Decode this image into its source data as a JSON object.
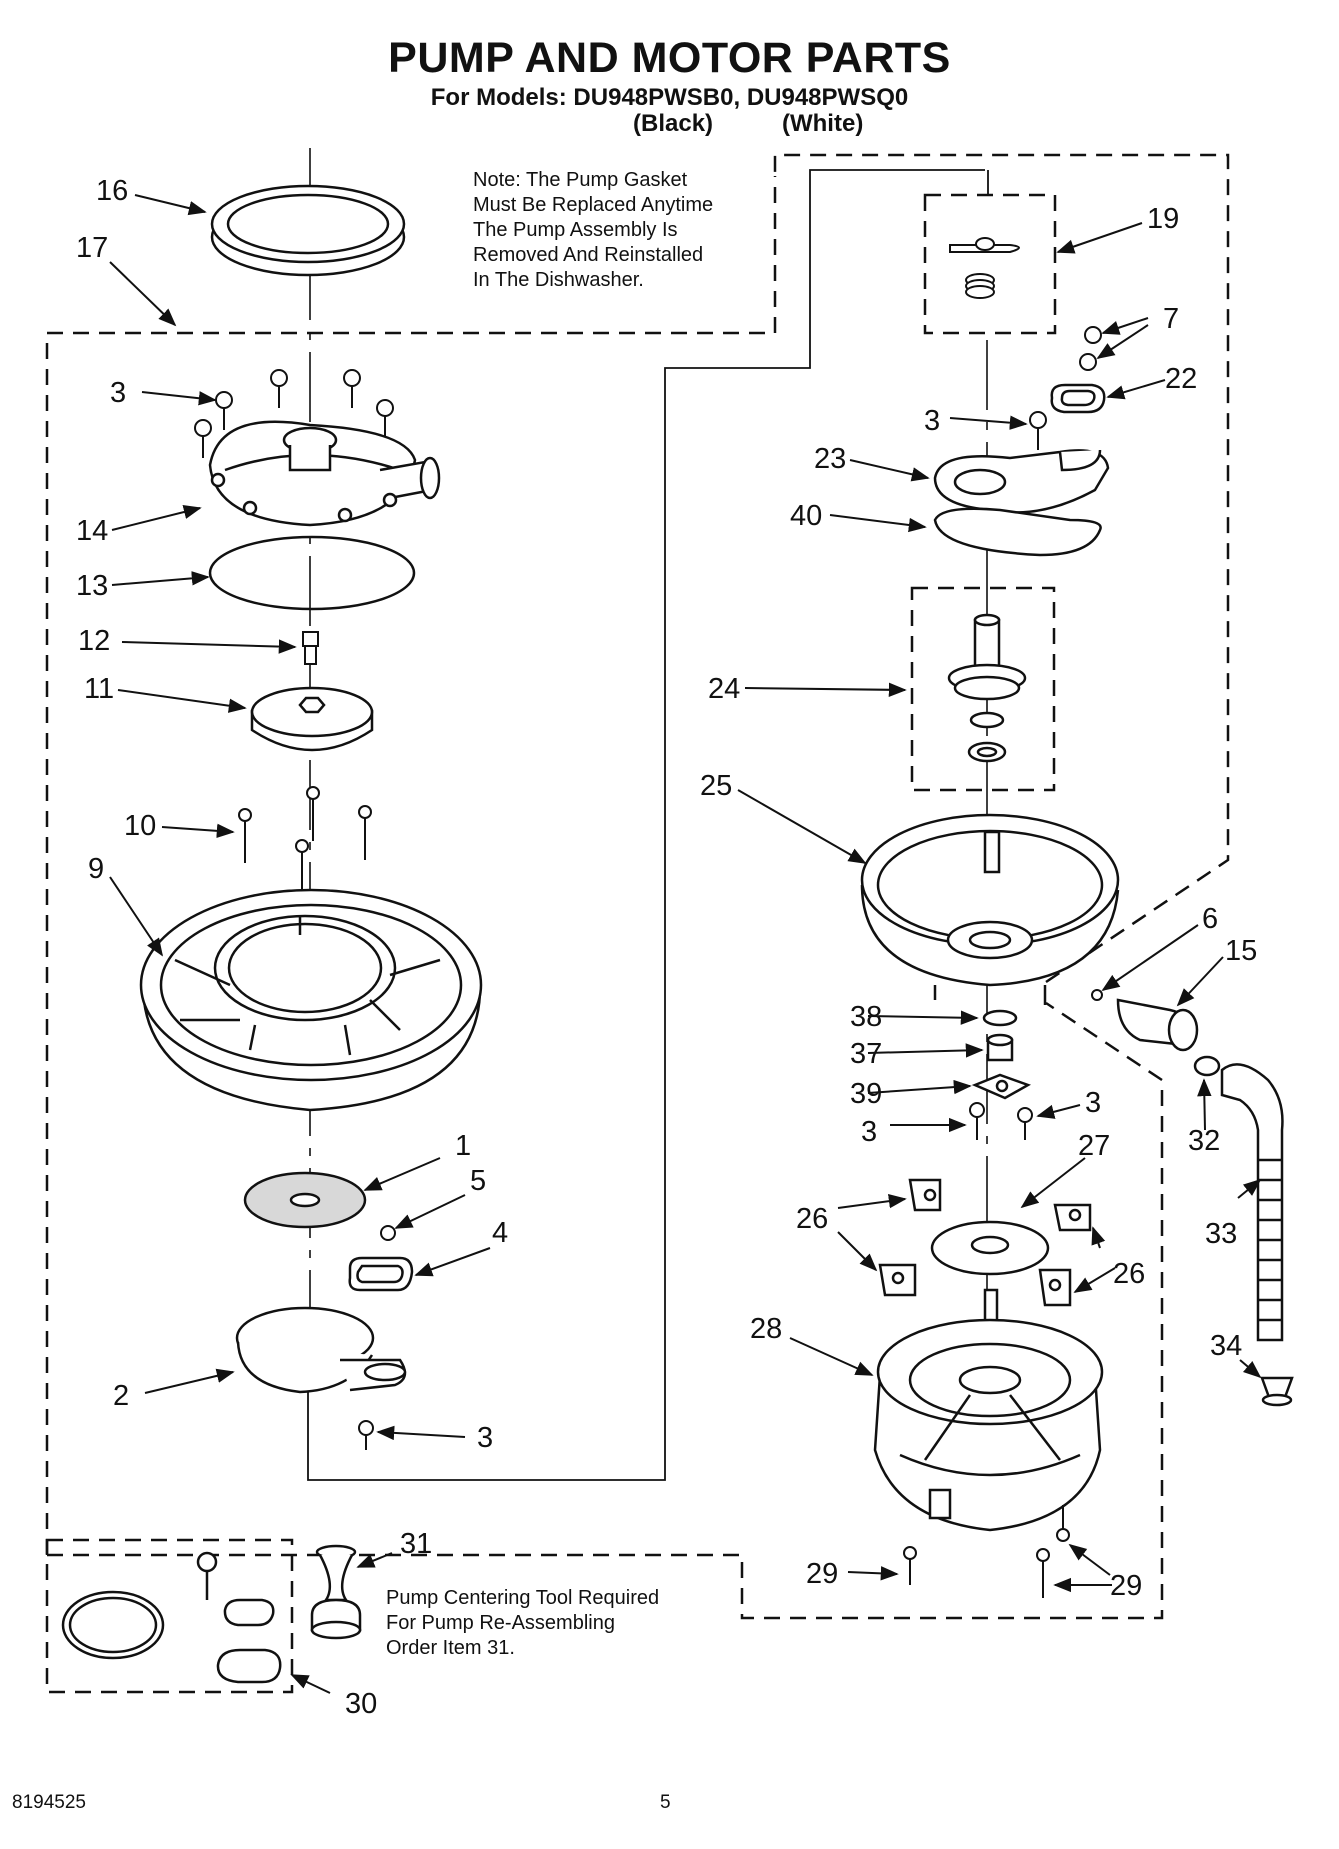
{
  "header": {
    "title": "PUMP AND MOTOR PARTS",
    "models_line": "For Models: DU948PWSB0, DU948PWSQ0",
    "variant_black": "(Black)",
    "variant_white": "(White)"
  },
  "notes": {
    "gasket_note": "Note: The Pump Gasket\nMust Be Replaced Anytime\nThe Pump Assembly Is\nRemoved And Reinstalled\nIn The Dishwasher.",
    "tool_note": "Pump Centering Tool Required\nFor Pump Re-Assembling\nOrder Item 31."
  },
  "callouts": [
    {
      "id": "c16",
      "label": "16"
    },
    {
      "id": "c17",
      "label": "17"
    },
    {
      "id": "c3a",
      "label": "3"
    },
    {
      "id": "c14",
      "label": "14"
    },
    {
      "id": "c13",
      "label": "13"
    },
    {
      "id": "c12",
      "label": "12"
    },
    {
      "id": "c11",
      "label": "11"
    },
    {
      "id": "c10",
      "label": "10"
    },
    {
      "id": "c9",
      "label": "9"
    },
    {
      "id": "c1",
      "label": "1"
    },
    {
      "id": "c5",
      "label": "5"
    },
    {
      "id": "c4",
      "label": "4"
    },
    {
      "id": "c2",
      "label": "2"
    },
    {
      "id": "c3b",
      "label": "3"
    },
    {
      "id": "c19",
      "label": "19"
    },
    {
      "id": "c7",
      "label": "7"
    },
    {
      "id": "c22",
      "label": "22"
    },
    {
      "id": "c3c",
      "label": "3"
    },
    {
      "id": "c23",
      "label": "23"
    },
    {
      "id": "c40",
      "label": "40"
    },
    {
      "id": "c24",
      "label": "24"
    },
    {
      "id": "c25",
      "label": "25"
    },
    {
      "id": "c6",
      "label": "6"
    },
    {
      "id": "c15",
      "label": "15"
    },
    {
      "id": "c38",
      "label": "38"
    },
    {
      "id": "c37",
      "label": "37"
    },
    {
      "id": "c39",
      "label": "39"
    },
    {
      "id": "c3d",
      "label": "3"
    },
    {
      "id": "c3e",
      "label": "3"
    },
    {
      "id": "c32",
      "label": "32"
    },
    {
      "id": "c27",
      "label": "27"
    },
    {
      "id": "c26a",
      "label": "26"
    },
    {
      "id": "c26b",
      "label": "26"
    },
    {
      "id": "c33",
      "label": "33"
    },
    {
      "id": "c28",
      "label": "28"
    },
    {
      "id": "c34",
      "label": "34"
    },
    {
      "id": "c29a",
      "label": "29"
    },
    {
      "id": "c29b",
      "label": "29"
    },
    {
      "id": "c31",
      "label": "31"
    },
    {
      "id": "c30",
      "label": "30"
    }
  ],
  "footer": {
    "doc_number": "8194525",
    "page_number": "5"
  }
}
